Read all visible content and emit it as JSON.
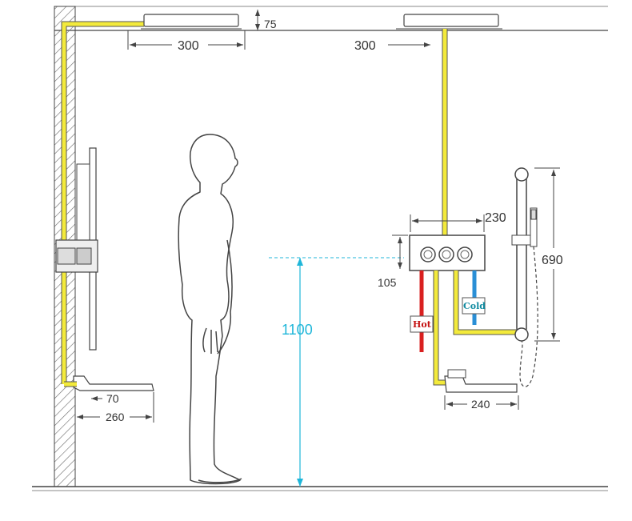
{
  "dimensions": {
    "ceiling_offset": "75",
    "left_head_width": "300",
    "right_head_width": "300",
    "mixer_width": "230",
    "rail_height": "690",
    "mixer_height": "105",
    "mixer_center_height": "1100",
    "spout_short": "70",
    "spout_long": "260",
    "tub_spout": "240"
  },
  "labels": {
    "hot": "Hot",
    "cold": "Cold"
  },
  "colors": {
    "pipe": "#f3ea3b",
    "pipe_edge": "#555555",
    "hot": "#d92020",
    "cold": "#2a8fd6",
    "dimension_cyan": "#1fb6d9",
    "hot_tag_text": "#c41010",
    "cold_tag_text": "#0f8aa0",
    "line": "#444444"
  }
}
